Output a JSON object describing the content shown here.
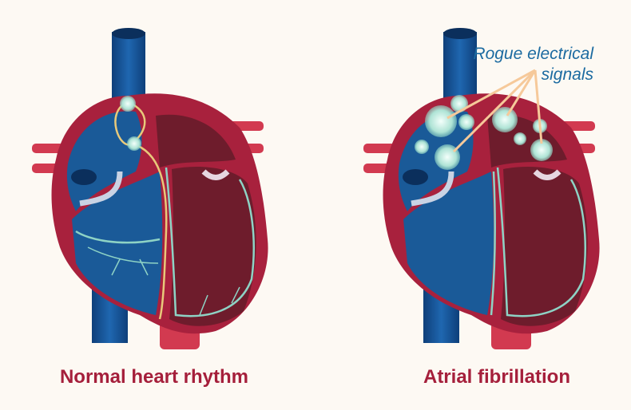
{
  "labels": {
    "normal": "Normal heart rhythm",
    "afib": "Atrial fibrillation",
    "annotation_line1": "Rogue electrical",
    "annotation_line2": "signals"
  },
  "colors": {
    "background": "#fdf9f3",
    "caption": "#a51f3b",
    "annotation": "#1b6aa0",
    "blue_chamber": "#1a5a98",
    "red_chamber": "#6e1c2c",
    "heart_wall": "#a8213d",
    "signal": "#bfe8dc",
    "arrow": "#f6c99a"
  }
}
